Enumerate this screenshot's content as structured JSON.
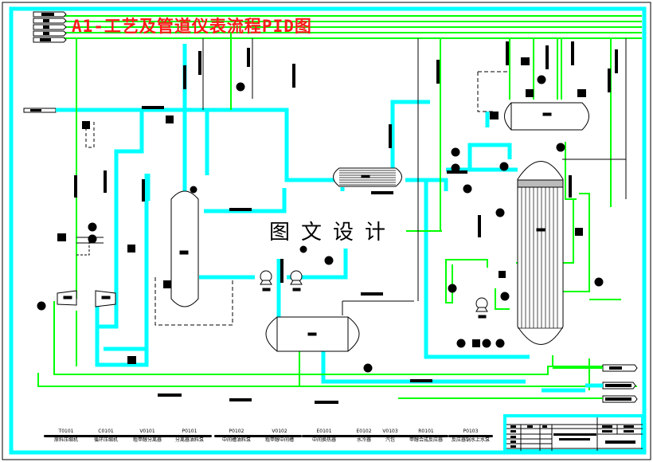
{
  "drawing": {
    "title": "A1-工艺及管道仪表流程PID图",
    "watermark": "图文设计"
  },
  "colors": {
    "frame": "#00ffff",
    "process_line": "#00ffff",
    "utility_line": "#00ff00",
    "title_text": "#ff1a1a",
    "drawing_line": "#000000"
  },
  "equipment_legend": [
    {
      "tag": "T0101",
      "name": "原料压缩机"
    },
    {
      "tag": "C0101",
      "name": "循环压缩机"
    },
    {
      "tag": "V0101",
      "name": "粗甲醇分离器"
    },
    {
      "tag": "P0101",
      "name": "分离器油料泵"
    },
    {
      "tag": "P0102",
      "name": "中间槽油料泵"
    },
    {
      "tag": "V0102",
      "name": "粗甲醇中间槽"
    },
    {
      "tag": "E0101",
      "name": "中间换热器"
    },
    {
      "tag": "E0102",
      "name": "水冷器"
    },
    {
      "tag": "V0103",
      "name": "汽包"
    },
    {
      "tag": "R0101",
      "name": "甲醇合成反应器"
    },
    {
      "tag": "P0103",
      "name": "反应器锅水上水泵"
    }
  ]
}
